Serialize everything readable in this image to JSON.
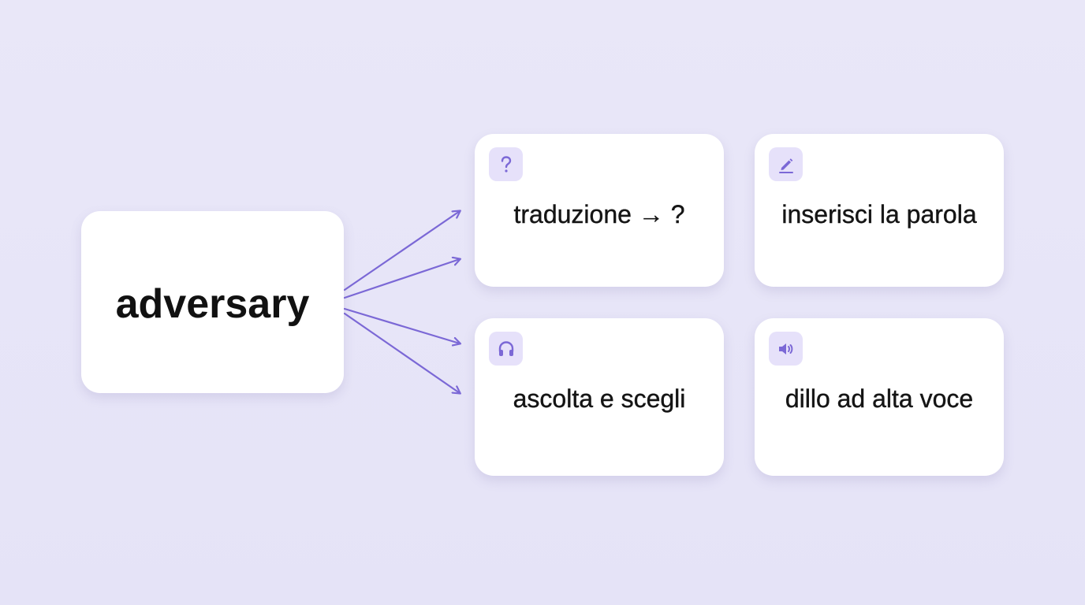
{
  "word_card": {
    "word": "adversary"
  },
  "exercises": [
    {
      "label": "traduzione → ?",
      "icon": "question-mark-icon"
    },
    {
      "label": "inserisci la parola",
      "icon": "pencil-icon"
    },
    {
      "label": "ascolta e scegli",
      "icon": "headphones-icon"
    },
    {
      "label": "dillo ad alta voce",
      "icon": "speaker-icon"
    }
  ],
  "colors": {
    "background": "#e7e5f8",
    "accent": "#7b68d6",
    "badge": "#e6e1fa",
    "text": "#151515"
  }
}
